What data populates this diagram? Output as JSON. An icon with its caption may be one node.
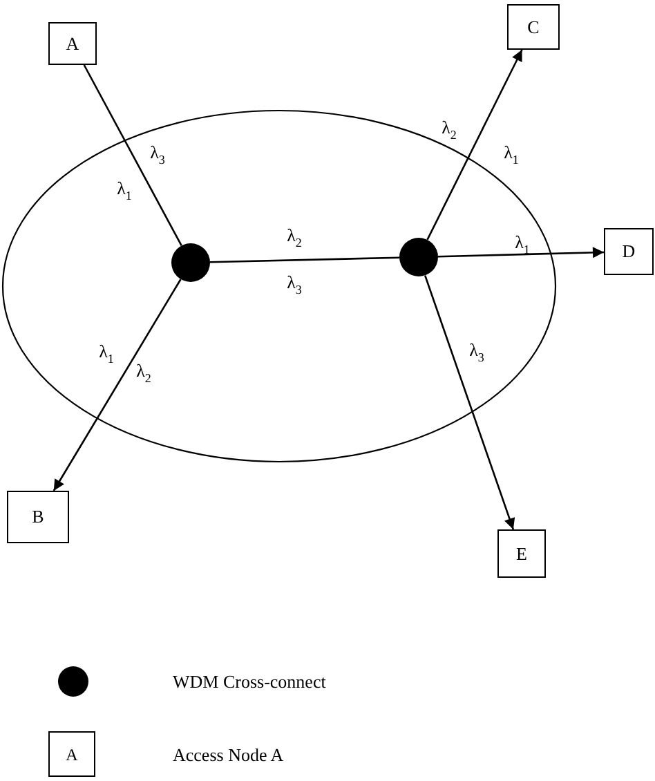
{
  "diagram": {
    "nodes": [
      {
        "text": [],
        "shape": "ellipse"
      },
      {
        "text": [
          "A"
        ]
      },
      {
        "text": [
          "C"
        ]
      },
      {
        "text": [],
        "shape": "circle",
        "in": 0
      },
      {
        "text": [],
        "shape": "circle",
        "in": 0
      },
      {
        "text": [
          "D"
        ]
      },
      {
        "text": [
          "B"
        ]
      },
      {
        "text": [
          "E"
        ]
      }
    ],
    "edges": [
      {
        "from": 1,
        "to": 3,
        "arrow": "none"
      },
      {
        "from": 3,
        "to": 4,
        "arrow": "none"
      },
      {
        "from": 3,
        "to": 6,
        "arrow": "to"
      },
      {
        "from": 4,
        "to": 2,
        "arrow": "to"
      },
      {
        "from": 4,
        "to": 5,
        "arrow": "to",
        "label": "λ$_{1}$"
      },
      {
        "from": 4,
        "to": 7,
        "arrow": "to",
        "label": "λ$_{3}$"
      }
    ],
    "labels": [
      "λ$_{3}$",
      "λ$_{1}$",
      "λ$_{2}$",
      "λ$_{1}$",
      "λ$_{2}$",
      "λ$_{3}$",
      "λ$_{1}$",
      "λ$_{2}$",
      "A"
    ],
    "legend": [
      {
        "text": "WDM Cross-connect"
      },
      {
        "text": "Access Node A"
      }
    ]
  }
}
